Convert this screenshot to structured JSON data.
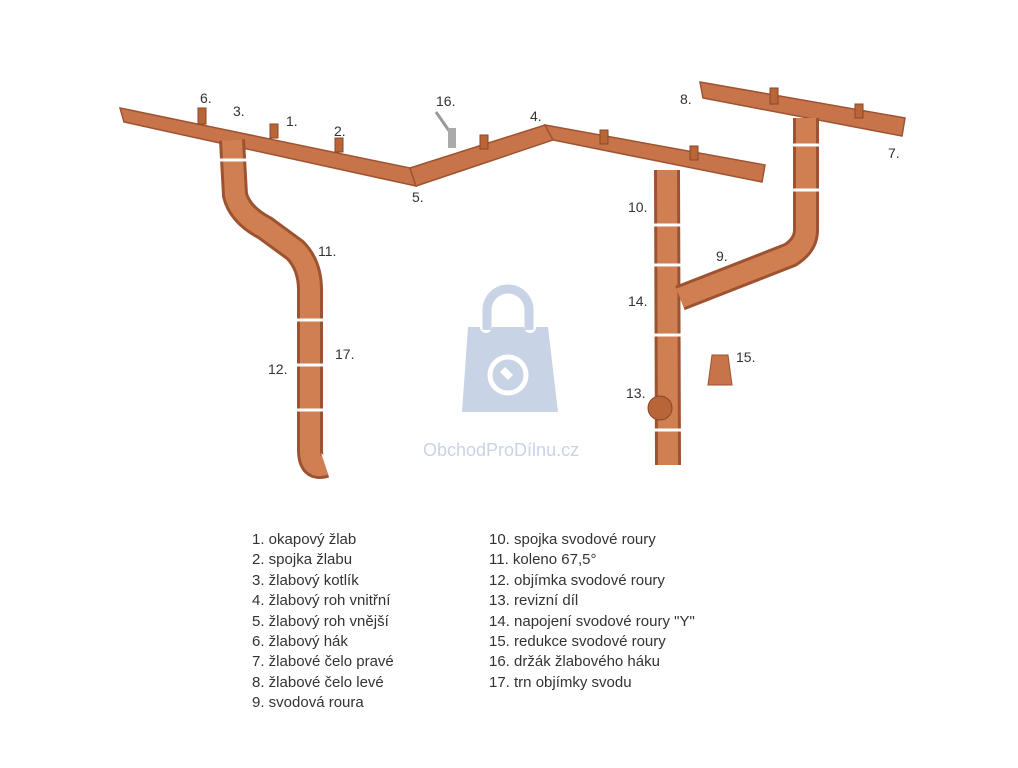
{
  "diagram": {
    "callouts": [
      "6.",
      "3.",
      "1.",
      "2.",
      "16.",
      "4.",
      "5.",
      "8.",
      "7.",
      "10.",
      "11.",
      "9.",
      "14.",
      "17.",
      "12.",
      "15.",
      "13."
    ],
    "legend_left": [
      "1. okapový žlab",
      "2. spojka žlabu",
      "3. žlabový kotlík",
      "4. žlabový roh vnitřní",
      "5. žlabový roh vnější",
      "6. žlabový hák",
      "7. žlabové čelo pravé",
      "8. žlabové čelo levé",
      "9. svodová roura"
    ],
    "legend_right": [
      "10. spojka svodové roury",
      "11. koleno 67,5°",
      "12. objímka svodové roury",
      "13. revizní díl",
      "14. napojení svodové roury \"Y\"",
      "15. redukce svodové roury",
      "16. držák žlabového háku",
      "17. trn objímky svodu"
    ]
  },
  "watermark": {
    "text": "ObchodProDílnu.cz"
  },
  "colors": {
    "copper": "#c8744a",
    "copper_dark": "#9e5330",
    "watermark": "#c9d3e6"
  }
}
